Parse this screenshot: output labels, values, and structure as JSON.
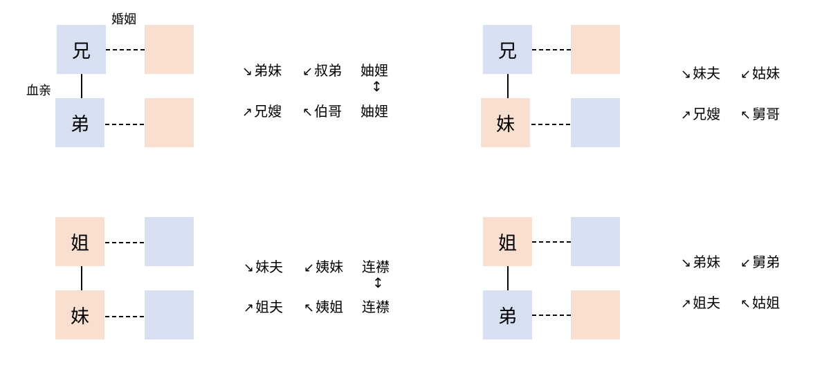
{
  "colors": {
    "male": "#d6e0f0",
    "female": "#f8dfcf"
  },
  "labels": {
    "marriage": "婚姻",
    "blood": "血亲"
  },
  "arrows": {
    "se": "↘",
    "sw": "↙",
    "ne": "↗",
    "nw": "↖",
    "updown": "↕"
  },
  "panels": [
    {
      "top_person": "兄",
      "top_gender": "male",
      "top_spouse_gender": "female",
      "bottom_person": "弟",
      "bottom_gender": "male",
      "bottom_spouse_gender": "female",
      "terms": {
        "row1": [
          "弟妹",
          "叔弟"
        ],
        "row2": [
          "兄嫂",
          "伯哥"
        ],
        "mutual_top": "妯娌",
        "mutual_bottom": "妯娌"
      }
    },
    {
      "top_person": "兄",
      "top_gender": "male",
      "top_spouse_gender": "female",
      "bottom_person": "妹",
      "bottom_gender": "female",
      "bottom_spouse_gender": "male",
      "terms": {
        "row1": [
          "妹夫",
          "姑妹"
        ],
        "row2": [
          "兄嫂",
          "舅哥"
        ]
      }
    },
    {
      "top_person": "姐",
      "top_gender": "female",
      "top_spouse_gender": "male",
      "bottom_person": "妹",
      "bottom_gender": "female",
      "bottom_spouse_gender": "male",
      "terms": {
        "row1": [
          "妹夫",
          "姨妹"
        ],
        "row2": [
          "姐夫",
          "姨姐"
        ],
        "mutual_top": "连襟",
        "mutual_bottom": "连襟"
      }
    },
    {
      "top_person": "姐",
      "top_gender": "female",
      "top_spouse_gender": "male",
      "bottom_person": "弟",
      "bottom_gender": "male",
      "bottom_spouse_gender": "female",
      "terms": {
        "row1": [
          "弟妹",
          "舅弟"
        ],
        "row2": [
          "姐夫",
          "姑姐"
        ]
      }
    }
  ]
}
